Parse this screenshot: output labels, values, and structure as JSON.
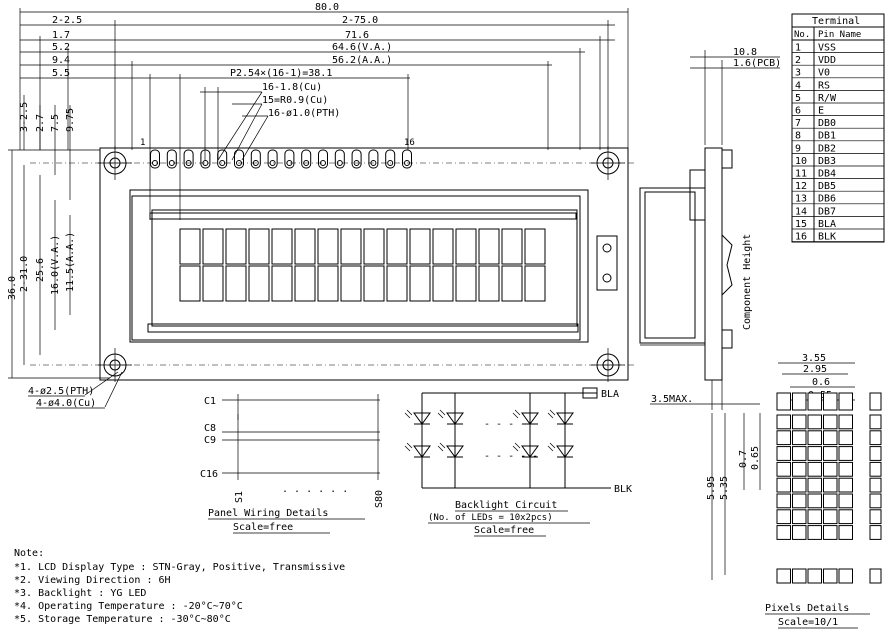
{
  "top_dims": [
    "80.0",
    "2-2.5",
    "2-75.0",
    "1.7",
    "71.6",
    "5.2",
    "64.6(V.A.)",
    "9.4",
    "56.2(A.A.)",
    "5.5",
    "P2.54×(16-1)=38.1",
    "16-1.8(Cu)",
    "15=R0.9(Cu)",
    "16-ø1.0(PTH)"
  ],
  "pin_first": "1",
  "pin_last": "16",
  "left_dims": [
    "3-2.5",
    "2.7",
    "7.5",
    "9.75",
    "36.0",
    "2-31.0",
    "25.6",
    "16.0(V.A.)",
    "11.5(A.A.)"
  ],
  "hole_dims": [
    "4-ø2.5(PTH)",
    "4-ø4.0(Cu)"
  ],
  "side_dims": [
    "10.8",
    "1.6(PCB)",
    "Component Height",
    "3.5MAX."
  ],
  "terminal_table": {
    "title": "Terminal",
    "headers": [
      "No.",
      "Pin Name"
    ],
    "rows": [
      [
        "1",
        "VSS"
      ],
      [
        "2",
        "VDD"
      ],
      [
        "3",
        "V0"
      ],
      [
        "4",
        "RS"
      ],
      [
        "5",
        "R/W"
      ],
      [
        "6",
        "E"
      ],
      [
        "7",
        "DB0"
      ],
      [
        "8",
        "DB1"
      ],
      [
        "9",
        "DB2"
      ],
      [
        "10",
        "DB3"
      ],
      [
        "11",
        "DB4"
      ],
      [
        "12",
        "DB5"
      ],
      [
        "13",
        "DB6"
      ],
      [
        "14",
        "DB7"
      ],
      [
        "15",
        "BLA"
      ],
      [
        "16",
        "BLK"
      ]
    ]
  },
  "panel_wiring": {
    "labels": [
      "C1",
      "C8",
      "C9",
      "C16",
      "S1",
      "S80"
    ],
    "title": "Panel Wiring Details",
    "scale": "Scale=free"
  },
  "backlight": {
    "anode": "BLA",
    "cathode": "BLK",
    "title": "Backlight Circuit",
    "subtitle": "(No. of LEDs = 10x2pcs)",
    "scale": "Scale=free"
  },
  "pixel_details": {
    "dims": [
      "3.55",
      "2.95",
      "0.6",
      "0.55",
      "0.7",
      "0.65",
      "5.95",
      "5.35"
    ],
    "title": "Pixels Details",
    "scale": "Scale=10/1"
  },
  "notes": {
    "heading": "Note:",
    "items": [
      "*1. LCD Display Type : STN-Gray, Positive, Transmissive",
      "*2. Viewing Direction : 6H",
      "*3. Backlight : YG LED",
      "*4. Operating Temperature : -20°C~70°C",
      "*5. Storage Temperature : -30°C~80°C"
    ]
  }
}
